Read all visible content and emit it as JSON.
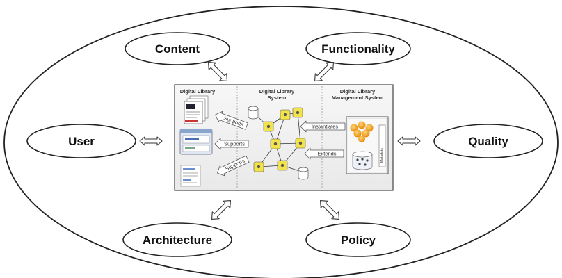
{
  "concepts": {
    "content": "Content",
    "functionality": "Functionality",
    "user": "User",
    "quality": "Quality",
    "architecture": "Architecture",
    "policy": "Policy"
  },
  "panel": {
    "dl_title": "Digital Library",
    "dls_title_line1": "Digital Library",
    "dls_title_line2": "System",
    "dlms_title_line1": "Digital Library",
    "dlms_title_line2": "Management System",
    "supports_1": "Supports",
    "supports_2": "Supports",
    "supports_3": "Supports",
    "instantiates": "Instantiates",
    "extends": "Extends",
    "metadata": "Metadata"
  },
  "colors": {
    "node_yellow": "#f2e34a",
    "orb_orange": "#f0a020",
    "panel_bg": "#f3f3f3"
  }
}
